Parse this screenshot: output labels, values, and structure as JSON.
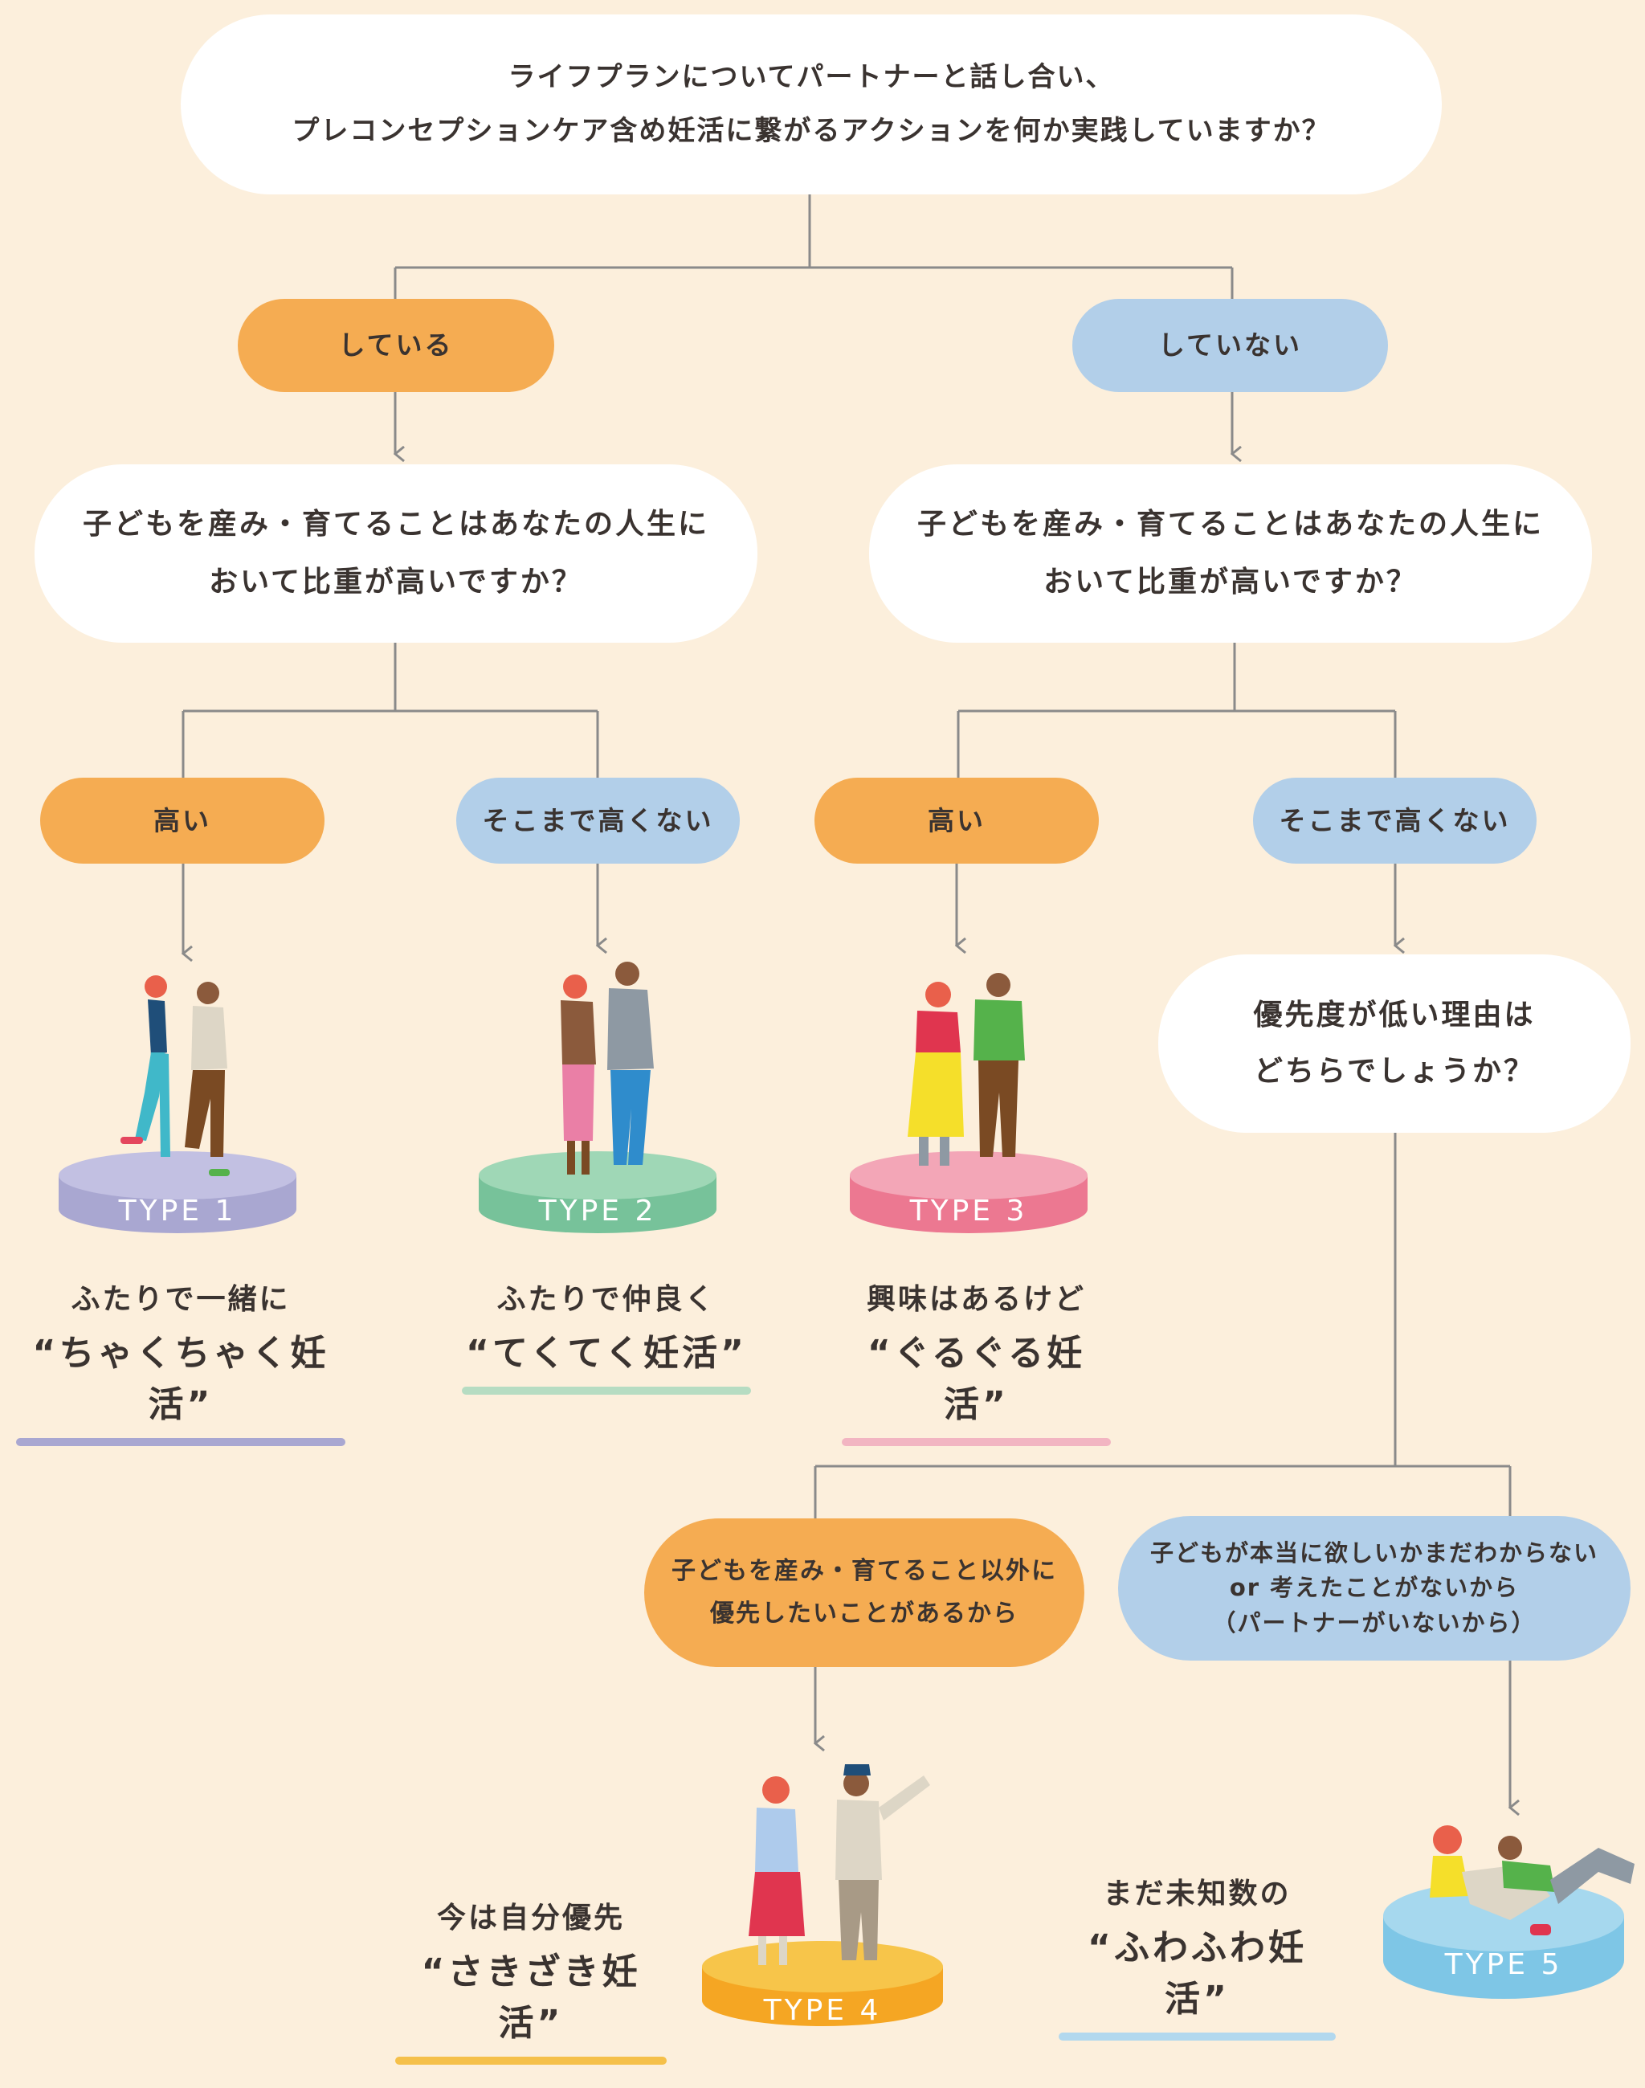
{
  "question_top": {
    "line1": "ライフプランについてパートナーと話し合い、",
    "line2": "プレコンセプションケア含め妊活に繋がるアクションを何か実践していますか？"
  },
  "answer_yes": "している",
  "answer_no": "していない",
  "question_left": {
    "line1": "子どもを産み・育てることはあなたの人生に",
    "line2": "おいて比重が高いですか？"
  },
  "question_right": {
    "line1": "子どもを産み・育てることはあなたの人生に",
    "line2": "おいて比重が高いですか？"
  },
  "left_high": "高い",
  "left_low": "そこまで高くない",
  "right_high": "高い",
  "right_low": "そこまで高くない",
  "question_reason": {
    "line1": "優先度が低い理由は",
    "line2": "どちらでしょうか？"
  },
  "reason_other": {
    "line1": "子どもを産み・育てること以外に",
    "line2": "優先したいことがあるから"
  },
  "reason_unsure": {
    "line1": "子どもが本当に欲しいかまだわからない",
    "line2": "or 考えたことがないから",
    "line3": "（パートナーがいないから）"
  },
  "types": [
    {
      "label": "TYPE 1",
      "line1": "ふたりで一緒に",
      "line2": "“ちゃくちゃく妊活”",
      "color": "#a9a7d1",
      "underline": "#a9a7d1"
    },
    {
      "label": "TYPE 2",
      "line1": "ふたりで仲良く",
      "line2": "“てくてく妊活”",
      "color": "#77c29a",
      "underline": "#b6dcc2"
    },
    {
      "label": "TYPE 3",
      "line1": "興味はあるけど",
      "line2": "“ぐるぐる妊活”",
      "color": "#ec7891",
      "underline": "#f2b5c2"
    },
    {
      "label": "TYPE 4",
      "line1": "今は自分優先",
      "line2": "“さきざき妊活”",
      "color": "#f5a623",
      "underline": "#f5c04a"
    },
    {
      "label": "TYPE 5",
      "line1": "まだ未知数の",
      "line2": "“ふわふわ妊活”",
      "color": "#7ec6e6",
      "underline": "#b2d8ee"
    }
  ]
}
